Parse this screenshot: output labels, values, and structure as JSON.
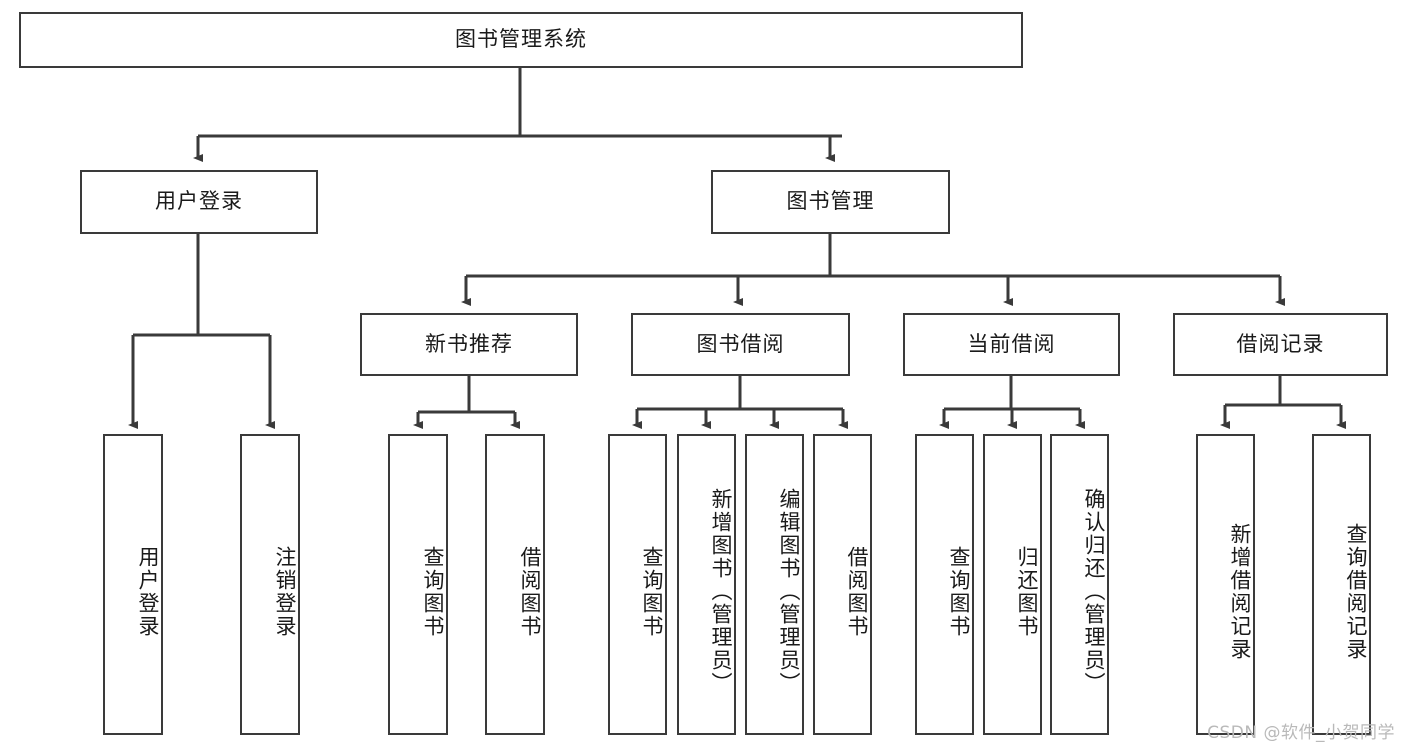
{
  "diagram": {
    "type": "tree-hierarchy",
    "title": "图书管理系统",
    "watermark": "CSDN @软件_小贺同学",
    "colors": {
      "box_border": "#3a3a3a",
      "box_fill": "#ffffff",
      "edge": "#3a3a3a",
      "text": "#1a1a1a",
      "watermark": "#b9b9b9",
      "background": "#ffffff"
    },
    "nodes": {
      "root": {
        "label": "图书管理系统"
      },
      "level1": [
        {
          "id": "user-login",
          "label": "用户登录"
        },
        {
          "id": "book-manage",
          "label": "图书管理"
        }
      ],
      "level2": [
        {
          "id": "new-book-recommend",
          "label": "新书推荐"
        },
        {
          "id": "book-borrow",
          "label": "图书借阅"
        },
        {
          "id": "current-borrow",
          "label": "当前借阅"
        },
        {
          "id": "borrow-record",
          "label": "借阅记录"
        }
      ],
      "leaves": {
        "user_login": [
          {
            "id": "leaf-user-login",
            "label": "用户登录"
          },
          {
            "id": "leaf-logout-login",
            "label": "注销登录"
          }
        ],
        "new_book_recommend": [
          {
            "id": "leaf-query-book-1",
            "label": "查询图书"
          },
          {
            "id": "leaf-borrow-book-1",
            "label": "借阅图书"
          }
        ],
        "book_borrow": [
          {
            "id": "leaf-query-book-2",
            "label": "查询图书"
          },
          {
            "id": "leaf-add-book",
            "label": "新增图书（管理员）"
          },
          {
            "id": "leaf-edit-book",
            "label": "编辑图书（管理员）"
          },
          {
            "id": "leaf-borrow-book-2",
            "label": "借阅图书"
          }
        ],
        "current_borrow": [
          {
            "id": "leaf-query-book-3",
            "label": "查询图书"
          },
          {
            "id": "leaf-return-book",
            "label": "归还图书"
          },
          {
            "id": "leaf-confirm-return",
            "label": "确认归还（管理员）"
          }
        ],
        "borrow_record": [
          {
            "id": "leaf-add-record",
            "label": "新增借阅记录"
          },
          {
            "id": "leaf-query-record",
            "label": "查询借阅记录"
          }
        ]
      }
    }
  }
}
